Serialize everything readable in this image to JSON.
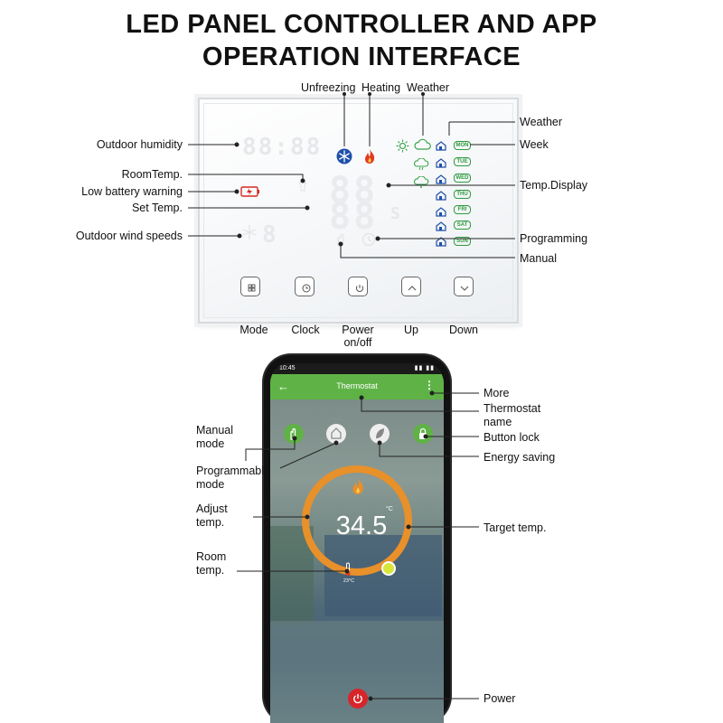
{
  "title": {
    "line1": "LED PANEL CONTROLLER AND APP",
    "line2": "OPERATION INTERFACE"
  },
  "panel_labels": {
    "unfreezing": "Unfreezing",
    "heating": "Heating",
    "weather_top": "Weather",
    "weather_right": "Weather",
    "week": "Week",
    "temp_display": "Temp.Display",
    "programming": "Programming",
    "manual": "Manual",
    "outdoor_humidity": "Outdoor humidity",
    "room_temp": "RoomTemp.",
    "low_battery": "Low battery warning",
    "set_temp": "Set Temp.",
    "outdoor_wind": "Outdoor wind speeds"
  },
  "panel_buttons": {
    "mode": "Mode",
    "clock": "Clock",
    "power": "Power on/off",
    "up": "Up",
    "down": "Down"
  },
  "weekdays": [
    "MON",
    "TUE",
    "WED",
    "THU",
    "FRI",
    "SAT",
    "SUN"
  ],
  "phone": {
    "status_time": "10:45",
    "app_title": "Thermostat",
    "target_temp": "34.5",
    "unit": "°C",
    "room_temp": "23°C"
  },
  "app_labels": {
    "more": "More",
    "thermostat_name": "Thermostat name",
    "manual_mode": "Manual mode",
    "button_lock": "Button lock",
    "energy_saving": "Energy saving",
    "programmable_mode": "Programmable mode",
    "adjust_temp": "Adjust temp.",
    "target_temp": "Target temp.",
    "room_temp": "Room temp.",
    "power": "Power"
  },
  "colors": {
    "app_green": "#5fb346",
    "dial_orange": "#e8902a",
    "heat_red": "#e23b1f",
    "snow_blue": "#1f4fa8",
    "power_red": "#d7262a",
    "day_green": "#2e9a3f"
  }
}
